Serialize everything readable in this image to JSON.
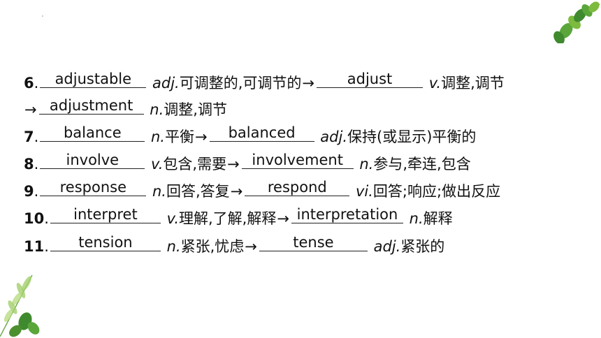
{
  "items": [
    {
      "num": "6",
      "answer1": "adjustable",
      "pos1": "adj.",
      "meaning1": "可调整的,可调节的",
      "answer2": "adjust",
      "pos2": "v.",
      "meaning2": "调整,调节"
    },
    {
      "arrow_cont": "→",
      "answer": "adjustment",
      "pos": "n.",
      "meaning": "调整,调节"
    },
    {
      "num": "7",
      "answer1": "balance",
      "pos1": "n.",
      "meaning1": "平衡",
      "answer2": "balanced",
      "pos2": "adj.",
      "meaning2": "保持(或显示)平衡的"
    },
    {
      "num": "8",
      "answer1": "involve",
      "pos1": "v.",
      "meaning1": "包含,需要",
      "answer2": "involvement",
      "pos2": "n.",
      "meaning2": "参与,牵连,包含"
    },
    {
      "num": "9",
      "answer1": "response",
      "pos1": "n.",
      "meaning1": "回答,答复",
      "answer2": "respond",
      "pos2": "vi.",
      "meaning2": "回答;响应;做出反应"
    },
    {
      "num": "10",
      "answer1": "interpret",
      "pos1": "v.",
      "meaning1": "理解,了解,解释",
      "answer2": "interpretation",
      "pos2": "n.",
      "meaning2": "解释"
    },
    {
      "num": "11",
      "answer1": "tension",
      "pos1": "n.",
      "meaning1": "紧张,忧虑",
      "answer2": "tense",
      "pos2": "adj.",
      "meaning2": "紧张的"
    }
  ],
  "arrow": "→",
  "colors": {
    "leaf_dark": "#3f8a2e",
    "leaf_light": "#7dbb3f",
    "text": "#111111"
  }
}
